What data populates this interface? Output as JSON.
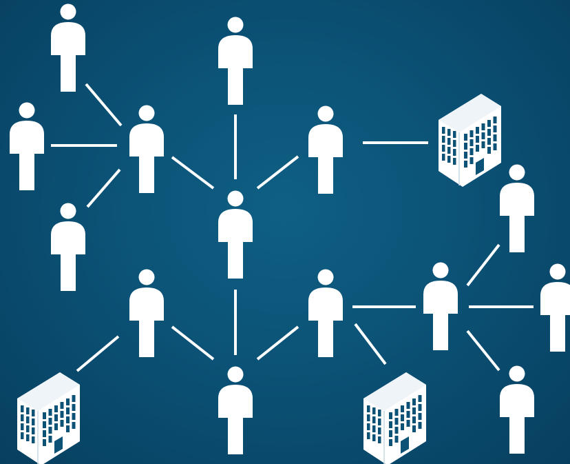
{
  "diagram": {
    "type": "network",
    "background_color": "#0b5276",
    "foreground_color": "#ffffff",
    "nodes": [
      {
        "id": "p-top-left",
        "kind": "person"
      },
      {
        "id": "p-left",
        "kind": "person"
      },
      {
        "id": "p-left-lower",
        "kind": "person"
      },
      {
        "id": "p-left-hub",
        "kind": "person"
      },
      {
        "id": "p-top-center",
        "kind": "person"
      },
      {
        "id": "p-center",
        "kind": "person"
      },
      {
        "id": "p-center-right",
        "kind": "person"
      },
      {
        "id": "b-top-right",
        "kind": "building"
      },
      {
        "id": "p-lower-left",
        "kind": "person"
      },
      {
        "id": "b-bottom-left",
        "kind": "building"
      },
      {
        "id": "p-bottom-center",
        "kind": "person"
      },
      {
        "id": "p-lower-right",
        "kind": "person"
      },
      {
        "id": "b-bottom-right",
        "kind": "building"
      },
      {
        "id": "p-right-hub",
        "kind": "person"
      },
      {
        "id": "p-right-top",
        "kind": "person"
      },
      {
        "id": "p-far-right",
        "kind": "person"
      },
      {
        "id": "p-right-bottom",
        "kind": "person"
      }
    ],
    "edges": [
      [
        "p-top-left",
        "p-left-hub"
      ],
      [
        "p-left",
        "p-left-hub"
      ],
      [
        "p-left-lower",
        "p-left-hub"
      ],
      [
        "p-left-hub",
        "p-center"
      ],
      [
        "p-top-center",
        "p-center"
      ],
      [
        "p-center-right",
        "p-center"
      ],
      [
        "p-center-right",
        "b-top-right"
      ],
      [
        "p-center",
        "p-bottom-center"
      ],
      [
        "p-lower-left",
        "p-bottom-center"
      ],
      [
        "p-lower-left",
        "b-bottom-left"
      ],
      [
        "p-lower-right",
        "p-bottom-center"
      ],
      [
        "p-lower-right",
        "b-bottom-right"
      ],
      [
        "p-lower-right",
        "p-right-hub"
      ],
      [
        "p-right-hub",
        "p-right-top"
      ],
      [
        "p-right-hub",
        "p-far-right"
      ],
      [
        "p-right-hub",
        "p-right-bottom"
      ]
    ]
  }
}
